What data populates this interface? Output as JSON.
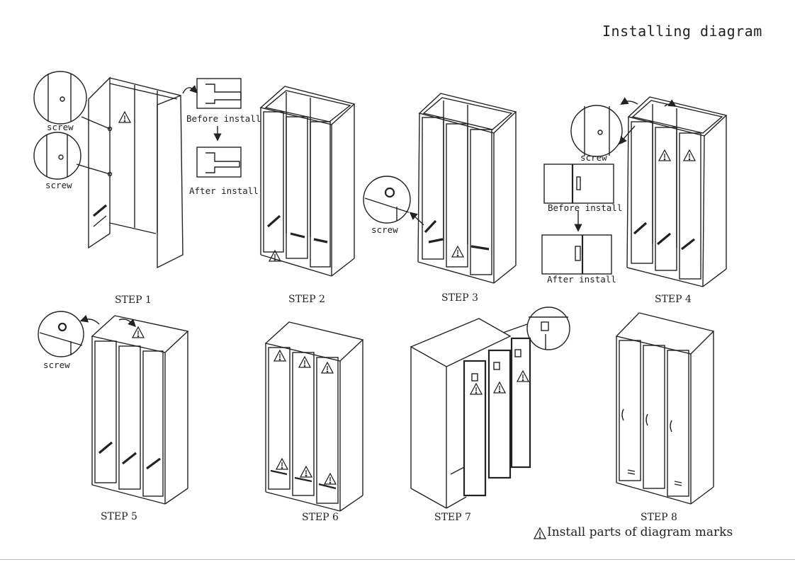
{
  "title": "Installing diagram",
  "steps": [
    "STEP 1",
    "STEP 2",
    "STEP 3",
    "STEP 4",
    "STEP 5",
    "STEP 6",
    "STEP 7",
    "STEP 8"
  ],
  "labels": {
    "screw": "screw",
    "before_install": "Before install",
    "after_install": "After install"
  },
  "legend_text": "Install parts of diagram marks",
  "icons": [
    "warning-triangle-icon",
    "screw-icon",
    "arrow-icon"
  ]
}
